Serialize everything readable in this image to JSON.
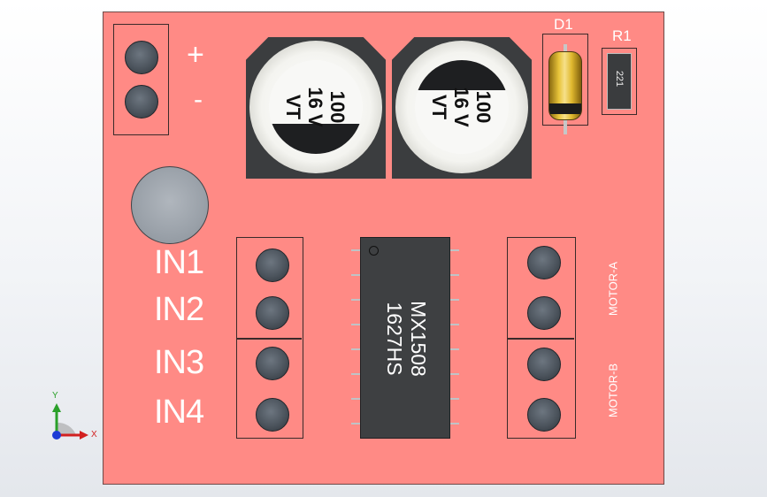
{
  "board": {
    "color": "#ff8a85",
    "mask_outline": "#6e4a48"
  },
  "power": {
    "plus": "+",
    "minus": "-"
  },
  "capacitors": [
    {
      "lines": [
        "100",
        "16 V",
        "VT"
      ]
    },
    {
      "lines": [
        "100",
        "16 V",
        "VT"
      ]
    }
  ],
  "diode": {
    "ref": "D1"
  },
  "resistor": {
    "ref": "R1",
    "value": "221"
  },
  "inputs": [
    "IN1",
    "IN2",
    "IN3",
    "IN4"
  ],
  "chip": {
    "line1": "MX1508",
    "line2": "1627HS"
  },
  "motor": {
    "a": "MOTOR-A",
    "b": "MOTOR-B"
  },
  "triad": {
    "y": "Y",
    "x": "X"
  }
}
